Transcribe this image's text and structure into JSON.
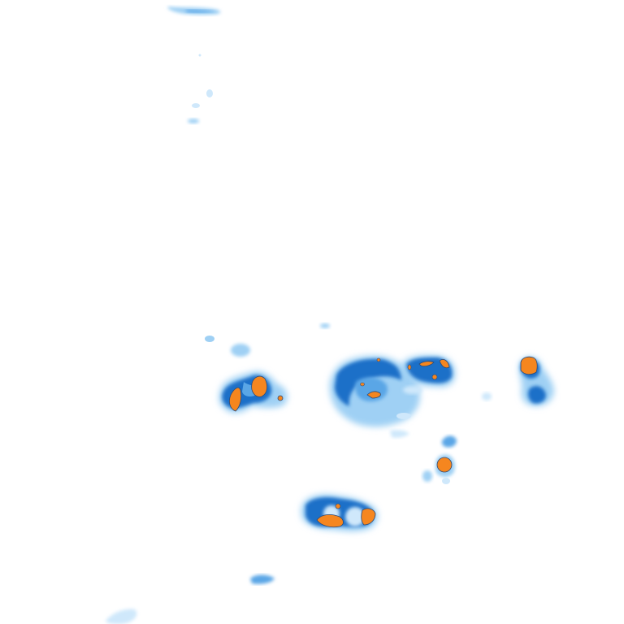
{
  "map": {
    "kind": "precipitation radar overlay tile",
    "background": "#ffffff",
    "palette": {
      "very_light": "#cfe8fb",
      "light": "#9fd0f4",
      "medium": "#5aa6e6",
      "heavy": "#1f6fc8",
      "extreme_fill": "#f5861f",
      "extreme_outline": "#2a4a7a"
    },
    "cells": [
      {
        "id": "top-streak",
        "max_level": "light"
      },
      {
        "id": "upper-left-specks",
        "max_level": "light"
      },
      {
        "id": "west-cluster",
        "max_level": "extreme"
      },
      {
        "id": "central-ring",
        "max_level": "extreme"
      },
      {
        "id": "center-east-cluster",
        "max_level": "extreme"
      },
      {
        "id": "far-east-cell",
        "max_level": "extreme"
      },
      {
        "id": "small-south-cell",
        "max_level": "extreme"
      },
      {
        "id": "south-pair",
        "max_level": "extreme"
      },
      {
        "id": "bottom-specks",
        "max_level": "light"
      }
    ]
  }
}
